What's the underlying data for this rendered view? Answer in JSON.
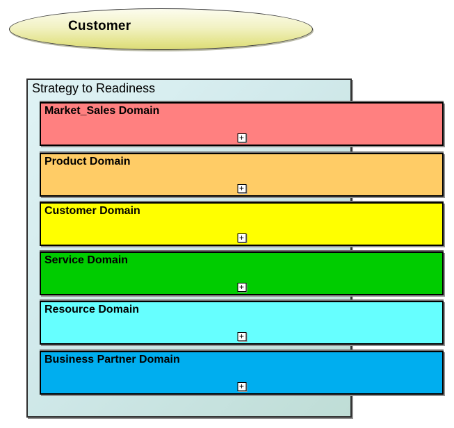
{
  "actor": {
    "label": "Customer"
  },
  "container": {
    "title": "Strategy to Readiness",
    "expand_glyph": "+",
    "domains": [
      {
        "label": "Market_Sales Domain",
        "color": "#FF8080"
      },
      {
        "label": "Product Domain",
        "color": "#FFCC66"
      },
      {
        "label": "Customer Domain",
        "color": "#FFFF00"
      },
      {
        "label": "Service Domain",
        "color": "#00CC00"
      },
      {
        "label": "Resource Domain",
        "color": "#66FFFF"
      },
      {
        "label": "Business Partner Domain",
        "color": "#00AEEF"
      }
    ]
  },
  "colors": {
    "container_gradient_start": "#E0F3F5",
    "container_gradient_end": "#BFDDD6",
    "ellipse_gradient_start": "#FCFCEE",
    "ellipse_gradient_end": "#DBDB78",
    "shape_border": "#000000",
    "shadow": "#909090"
  }
}
